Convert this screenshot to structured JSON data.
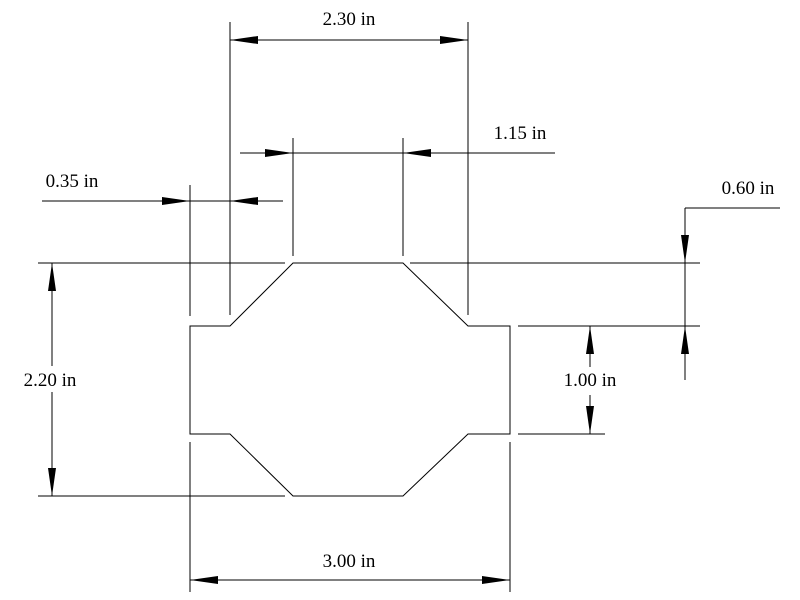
{
  "dimensions": {
    "top_width": "2.30 in",
    "neck_width": "1.15 in",
    "left_offset": "0.35 in",
    "arm_drop": "0.60 in",
    "total_height": "2.20 in",
    "arm_height": "1.00 in",
    "total_width": "3.00 in"
  },
  "colors": {
    "line": "#000000",
    "background": "#ffffff"
  }
}
